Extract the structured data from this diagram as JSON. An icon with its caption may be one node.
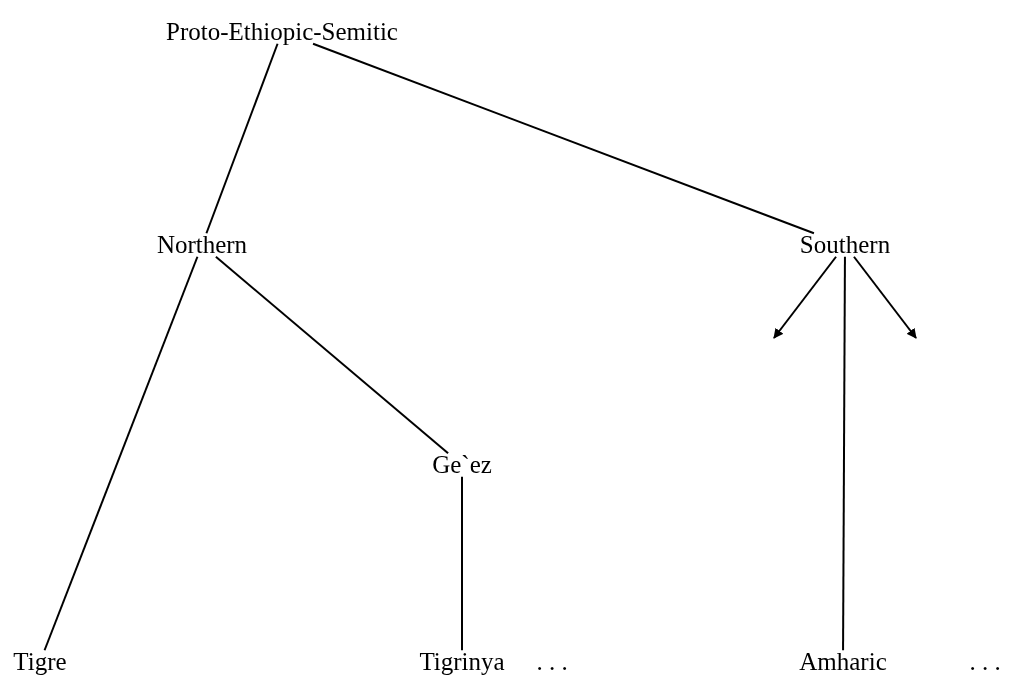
{
  "diagram": {
    "nodes": [
      {
        "text": [
          "Proto-Ethiopic-Semitic"
        ]
      },
      {
        "text": [
          "Northern"
        ]
      },
      {
        "text": [
          "Southern"
        ]
      },
      {
        "text": [
          "Tigre"
        ]
      },
      {
        "text": [
          "Ge`ez"
        ]
      },
      {
        "text": [
          "Tigrinya"
        ]
      },
      {
        "text": [
          "Amharic"
        ]
      }
    ],
    "edges": [
      {
        "from": 0,
        "to": 1,
        "arrow": "none"
      },
      {
        "from": 0,
        "to": 2,
        "arrow": "none"
      },
      {
        "from": 1,
        "to": 3,
        "arrow": "none"
      },
      {
        "from": 1,
        "to": 4,
        "arrow": "none"
      },
      {
        "from": 4,
        "to": 5,
        "arrow": "none"
      },
      {
        "from": 2,
        "to": null,
        "arrow": "to"
      },
      {
        "from": 2,
        "to": 6,
        "arrow": "none"
      },
      {
        "from": 2,
        "to": null,
        "arrow": "to"
      }
    ],
    "labels": [
      ". . .",
      ". . ."
    ]
  }
}
